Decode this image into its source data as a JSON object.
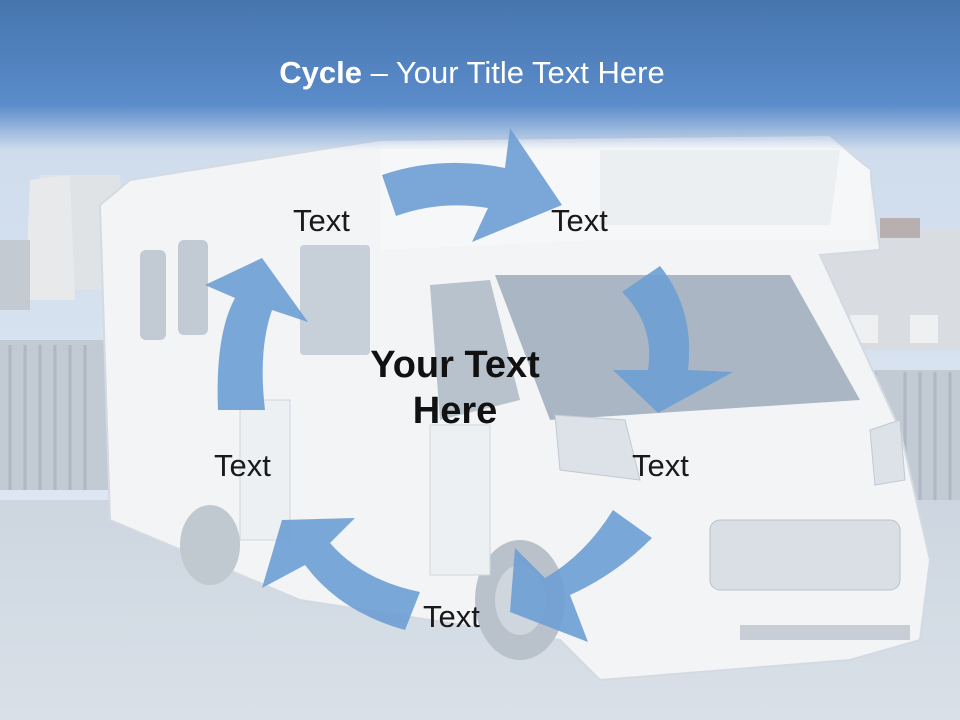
{
  "slide": {
    "title_bold": "Cycle",
    "title_rest": " – Your Title Text Here",
    "center_line1": "Your Text",
    "center_line2": "Here",
    "labels": [
      "Text",
      "Text",
      "Text",
      "Text",
      "Text"
    ]
  },
  "colors": {
    "title_band": "#4f81bd",
    "arrow": "#6fa0d4",
    "background": "#d7e2ee"
  },
  "background_image": "faded photo of a white motorhome parked by a fence"
}
